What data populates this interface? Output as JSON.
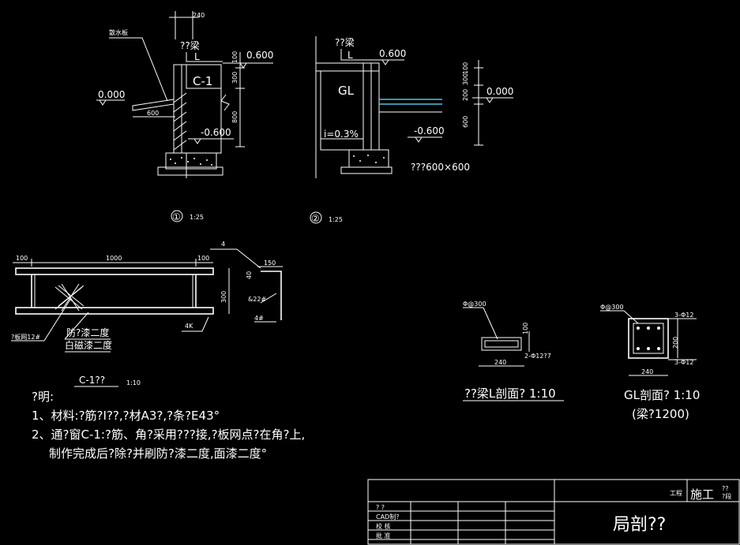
{
  "colors": {
    "background": "#000000",
    "lines": "#ffffff",
    "accent": "#4fc3e0"
  },
  "top_dims": {
    "d240": "240"
  },
  "sec1": {
    "sanshuiban": "散水板",
    "beam": "??梁",
    "beam_mark": "L",
    "elev_060": "0.600",
    "c1": "C-1",
    "elev_000": "0.000",
    "elev_m060": "-0.600",
    "d100": "100",
    "d300": "300",
    "d800": "800",
    "d600": "600",
    "label_num": "①",
    "label_scale": "1:25"
  },
  "sec2": {
    "beam": "??梁",
    "beam_mark": "L",
    "elev_060": "0.600",
    "gl": "GL",
    "slope": "i=0.3%",
    "elev_m060": "-0.600",
    "elev_000": "0.000",
    "size": "???600×600",
    "d100": "100",
    "d300": "300",
    "d200": "200",
    "d600": "600",
    "label_num": "②",
    "label_scale": "1:25"
  },
  "c1_detail": {
    "d100a": "100",
    "d1000": "1000",
    "d100b": "100",
    "d300": "300",
    "d4": "4",
    "d150": "150",
    "d40": "40",
    "rebar": "?板网12#",
    "dia": "&22#",
    "flat": "4#",
    "weld": "4K",
    "paint1": "防?漆二度",
    "paint2": "白磁漆二度",
    "title": "C-1??",
    "scale": "1:10"
  },
  "notes": {
    "heading": "?明:",
    "line1": "1、材料:?筋?I??,?材A3?,?条?E43°",
    "line2": "2、通?窗C-1:?筋、角?采用???接,?板网点?在角?上,",
    "line3": "制作完成后?除?并刷防?漆二度,面漆二度°"
  },
  "beam_l": {
    "stirrup": "Φ@300",
    "d100": "100",
    "d240": "240",
    "bars": "2-Φ12?7",
    "title": "??梁L剖面? 1:10"
  },
  "gl_section": {
    "stirrup": "Φ@300",
    "top_bars": "3-Φ12",
    "d200": "200",
    "d240": "240",
    "bot_bars": "3-Φ12",
    "title": "GL剖面? 1:10",
    "span": "(梁?1200)"
  },
  "titleblock": {
    "project": "工程",
    "stage": "施工",
    "stage_suffix": "??",
    "stage_suffix2": "?段",
    "drawing_name": "局剖??",
    "row1": "?  ?",
    "row2": "CAD制?",
    "row3": "校  核",
    "row4": "批  准"
  }
}
